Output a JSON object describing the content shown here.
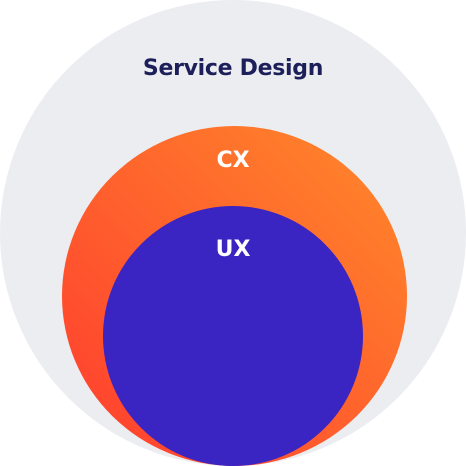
{
  "layers": {
    "outer": {
      "label": "Service Design",
      "fill": "#ecedf1",
      "text_color": "#1c1f5a"
    },
    "middle": {
      "label": "CX",
      "fill_start": "#ff3b2f",
      "fill_end": "#ff8a2a",
      "text_color": "#ffffff"
    },
    "inner": {
      "label": "UX",
      "fill": "#3a24c2",
      "text_color": "#ffffff"
    }
  }
}
